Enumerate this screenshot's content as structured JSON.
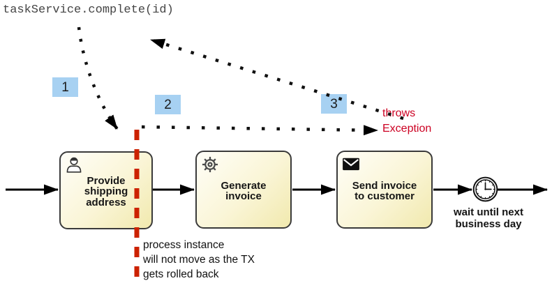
{
  "code_annotation": "taskService.complete(id)",
  "badges": [
    {
      "label": "1"
    },
    {
      "label": "2"
    },
    {
      "label": "3"
    }
  ],
  "annotations": {
    "throws_exception": "throws\nException",
    "rollback_note": "process instance\nwill not move as the TX\ngets rolled back"
  },
  "tasks": [
    {
      "label": "Provide\nshipping\naddress",
      "icon": "user-icon"
    },
    {
      "label": "Generate\ninvoice",
      "icon": "gear-icon"
    },
    {
      "label": "Send invoice\nto customer",
      "icon": "envelope-icon"
    }
  ],
  "timer_event": {
    "label": "wait until next\nbusiness day",
    "icon": "clock-icon"
  },
  "colors": {
    "badge_bg": "#a7d1f2",
    "red_text": "#cc0022",
    "red_line": "#cc2200",
    "task_border": "#3a3a3a",
    "task_fill": "#f5eeb8",
    "arrow": "#000000"
  }
}
